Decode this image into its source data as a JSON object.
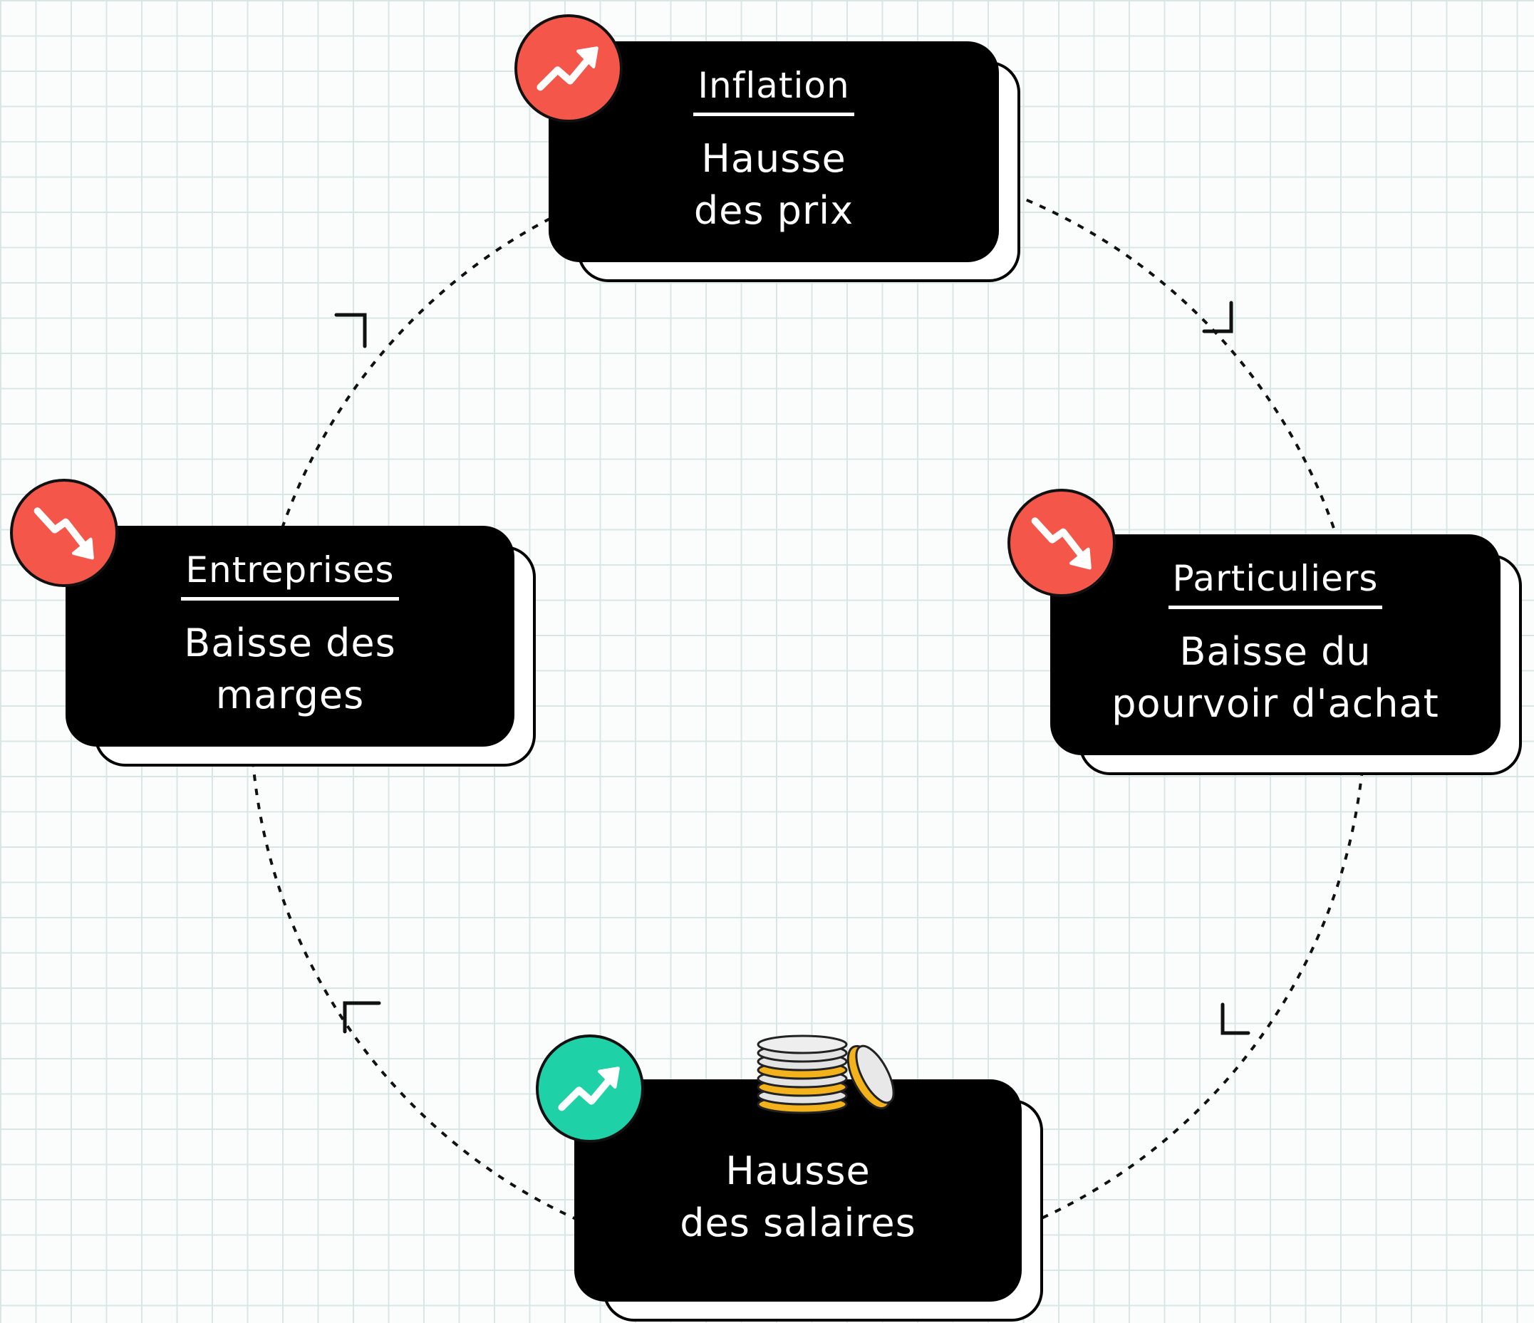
{
  "diagram": {
    "colors": {
      "card": "#000000",
      "text": "#ffffff",
      "badge_up_red": "#f5564a",
      "badge_down_red": "#f5564a",
      "badge_up_green": "#1fd1a6",
      "coin_gold": "#f3b21b",
      "coin_silver": "#e3e3e3"
    },
    "nodes": {
      "inflation": {
        "title": "Inflation",
        "text": "Hausse\ndes prix",
        "trend": "up",
        "icon": "trend-up-icon"
      },
      "particuliers": {
        "title": "Particuliers",
        "text": "Baisse du\npourvoir d'achat",
        "trend": "down",
        "icon": "trend-down-icon"
      },
      "salaires": {
        "title": "",
        "text": "Hausse\ndes salaires",
        "trend": "up",
        "icon": "trend-up-icon",
        "decoration": "coins-icon"
      },
      "entreprises": {
        "title": "Entreprises",
        "text": "Baisse des\nmarges",
        "trend": "down",
        "icon": "trend-down-icon"
      }
    },
    "cycle_direction": "clockwise"
  }
}
